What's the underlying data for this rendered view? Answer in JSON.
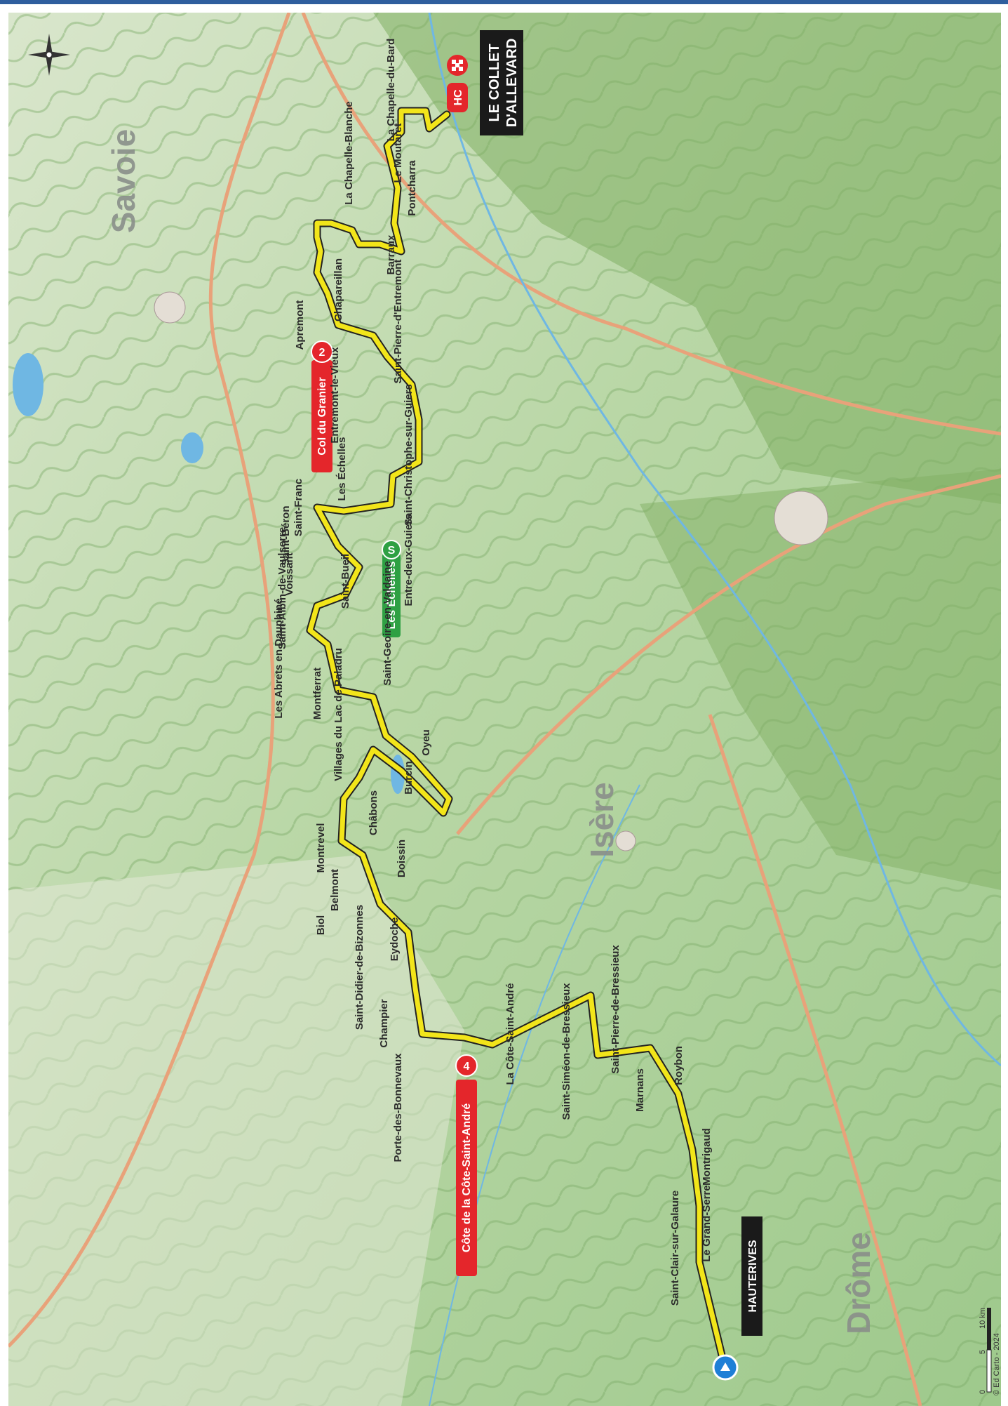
{
  "regions": [
    "Savoie",
    "Isère",
    "Drôme"
  ],
  "start": {
    "name": "HAUTERIVES"
  },
  "finish": {
    "name_line1": "LE COLLET",
    "name_line2": "D'ALLEVARD",
    "category": "HC"
  },
  "climbs": [
    {
      "name": "Col du Granier",
      "category": "2",
      "color": "#e4262b"
    },
    {
      "name": "Côte de la Côte-Saint-André",
      "category": "4",
      "color": "#e4262b"
    }
  ],
  "sprint": {
    "name": "Les Échelles",
    "symbol": "S",
    "color": "#2ea043"
  },
  "towns": [
    "Saint-Clair-sur-Galaure",
    "Le Grand-Serre",
    "Montrigaud",
    "Roybon",
    "Marnans",
    "Saint-Pierre-de-Bressieux",
    "Saint-Siméon-de-Bressieux",
    "La Côte-Saint-André",
    "Porte-des-Bonnevaux",
    "Champier",
    "Saint-Didier-de-Bizonnes",
    "Biol",
    "Eydoche",
    "Belmont",
    "Montrevel",
    "Doissin",
    "Châbons",
    "Burcin",
    "Oyeu",
    "Villages du Lac de Paladru",
    "Montferrat",
    "Les Abrets en Dauphiné",
    "Saint-Albin-de-Vaulserre",
    "Voissant",
    "Saint-Béron",
    "Saint-Franc",
    "Les Échelles",
    "Saint-Bueil",
    "Saint-Geoire-en-Valdaine",
    "Entre-deux-Guiers",
    "Saint-Christophe-sur-Guiers",
    "Entremont-le-Vieux",
    "Apremont",
    "Chapareillan",
    "Saint-Pierre-d'Entremont",
    "Barraux",
    "Pontcharra",
    "Le Moutaret",
    "La Chapelle-Blanche",
    "La Chapelle-du-Bard"
  ],
  "scale": {
    "zero": "0",
    "mid": "5",
    "end": "10 km"
  },
  "credit": "© Ed Carto - 2024",
  "colors": {
    "route": "#f2e51a",
    "route_outline": "#222222",
    "start": "#1e7fd6",
    "label_bg": "#1a1a1a"
  }
}
